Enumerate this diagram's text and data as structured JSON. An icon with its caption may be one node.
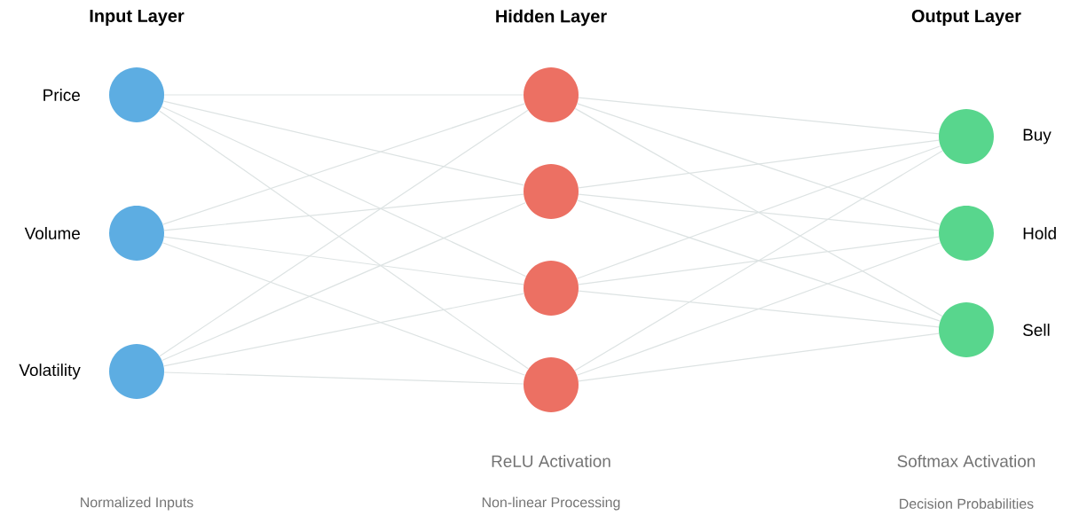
{
  "diagram": {
    "nodes": [
      {
        "text": [],
        "shape": "circle",
        "beside": [
          "Price"
        ]
      },
      {
        "text": [],
        "shape": "circle",
        "beside": [
          "Volume"
        ]
      },
      {
        "text": [],
        "shape": "circle",
        "beside": [
          "Volatility"
        ]
      },
      {
        "text": [],
        "shape": "circle"
      },
      {
        "text": [],
        "shape": "circle"
      },
      {
        "text": [],
        "shape": "circle"
      },
      {
        "text": [],
        "shape": "circle"
      },
      {
        "text": [],
        "shape": "circle",
        "beside": [
          "Buy"
        ]
      },
      {
        "text": [],
        "shape": "circle",
        "beside": [
          "Hold"
        ]
      },
      {
        "text": [],
        "shape": "circle",
        "beside": [
          "Sell"
        ]
      }
    ],
    "edges": [
      {
        "from": 0,
        "to": 3,
        "arrow": "none"
      },
      {
        "from": 0,
        "to": 4,
        "arrow": "none"
      },
      {
        "from": 0,
        "to": 5,
        "arrow": "none"
      },
      {
        "from": 0,
        "to": 6,
        "arrow": "none"
      },
      {
        "from": 1,
        "to": 3,
        "arrow": "none"
      },
      {
        "from": 1,
        "to": 4,
        "arrow": "none"
      },
      {
        "from": 1,
        "to": 5,
        "arrow": "none"
      },
      {
        "from": 1,
        "to": 6,
        "arrow": "none"
      },
      {
        "from": 2,
        "to": 3,
        "arrow": "none"
      },
      {
        "from": 2,
        "to": 4,
        "arrow": "none"
      },
      {
        "from": 2,
        "to": 5,
        "arrow": "none"
      },
      {
        "from": 2,
        "to": 6,
        "arrow": "none"
      },
      {
        "from": 3,
        "to": 7,
        "arrow": "none"
      },
      {
        "from": 3,
        "to": 8,
        "arrow": "none"
      },
      {
        "from": 3,
        "to": 9,
        "arrow": "none"
      },
      {
        "from": 4,
        "to": 7,
        "arrow": "none"
      },
      {
        "from": 4,
        "to": 8,
        "arrow": "none"
      },
      {
        "from": 4,
        "to": 9,
        "arrow": "none"
      },
      {
        "from": 5,
        "to": 7,
        "arrow": "none"
      },
      {
        "from": 5,
        "to": 8,
        "arrow": "none"
      },
      {
        "from": 5,
        "to": 9,
        "arrow": "none"
      },
      {
        "from": 6,
        "to": 7,
        "arrow": "none"
      },
      {
        "from": 6,
        "to": 8,
        "arrow": "none"
      },
      {
        "from": 6,
        "to": 9,
        "arrow": "none"
      }
    ],
    "labels": [
      "Input Layer",
      "Hidden Layer",
      "Output Layer",
      "ReLU Activation",
      "Softmax Activation",
      "Normalized Inputs",
      "Non-linear Processing",
      "Decision Probabilities"
    ]
  }
}
